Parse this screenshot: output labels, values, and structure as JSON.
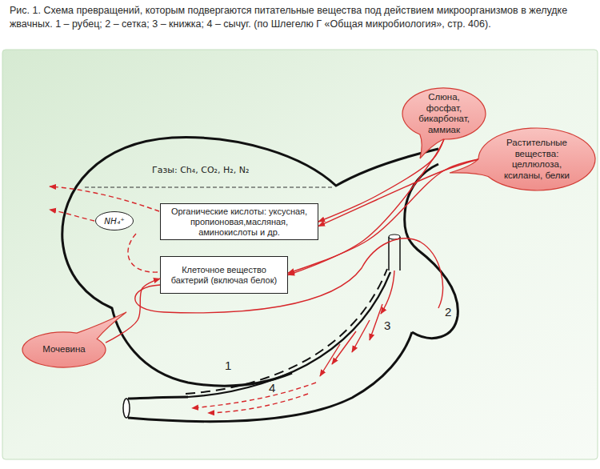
{
  "diagram": {
    "caption": "Рис. 1. Схема превращений, которым подвергаются питательные вещества под действием микроорганизмов в желудке жвачных. 1 – рубец; 2 – сетка; 3 – книжка; 4 – сычуг. (по Шлегелю Г «Общая микробиология», стр. 406).",
    "nodes": [
      {
        "text": [
          "Слюна, фосфат, бикарбонат, аммиак"
        ]
      },
      {
        "text": [
          "Растительные вещества: целлюлоза, ксиланы, белки"
        ]
      },
      {
        "text": [
          "NH₄⁺"
        ]
      },
      {
        "text": [
          "Органические кислоты: уксусная, пропионовая,масляная, аминокислоты и др."
        ]
      },
      {
        "text": [
          "Клеточное вещество бактерий (включая белок)"
        ]
      },
      {
        "text": [
          "Мочевина"
        ]
      }
    ],
    "edges": [
      {
        "from": 0,
        "to": 3,
        "arrow": "to"
      },
      {
        "from": 0,
        "to": 4,
        "arrow": "to"
      },
      {
        "from": 1,
        "to": 3,
        "arrow": "to"
      },
      {
        "from": 1,
        "to": 4,
        "arrow": "to"
      },
      {
        "from": 5,
        "to": 4,
        "arrow": "to"
      }
    ],
    "labels": [
      "Газы: Ch₄, CO₂, H₂, N₂",
      "1",
      "2",
      "3",
      "4"
    ]
  }
}
